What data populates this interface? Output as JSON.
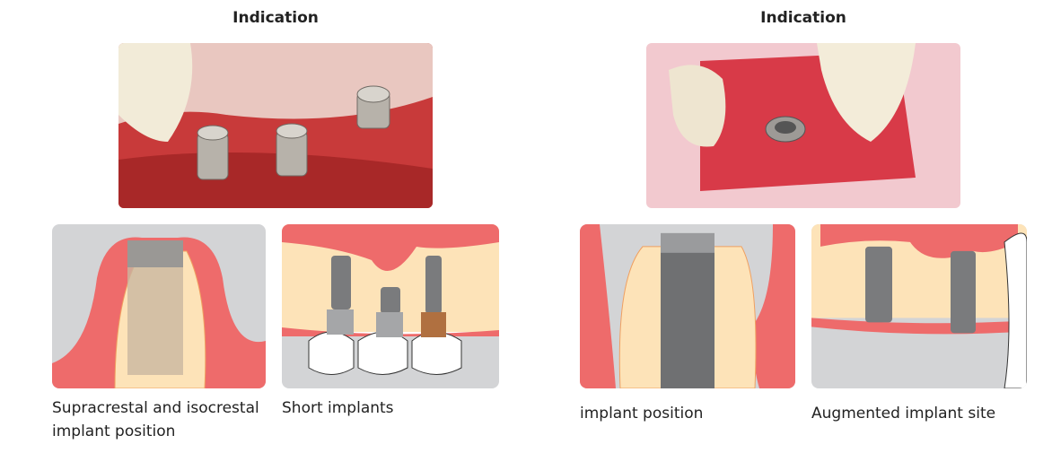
{
  "left": {
    "title": "Indication",
    "captions": [
      "Supracrestal and isocrestal implant position",
      "Short implants"
    ]
  },
  "right": {
    "title": "Indication",
    "captions": [
      "implant position",
      "Augmented implant site"
    ]
  },
  "colors": {
    "gum": "#ee6b6b",
    "bone": "#fde3b8",
    "bone_outline": "#f0a060",
    "background_grey": "#d3d4d6"
  }
}
